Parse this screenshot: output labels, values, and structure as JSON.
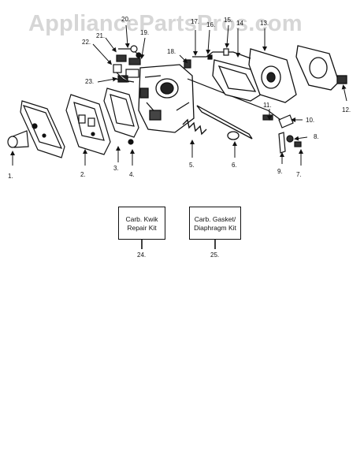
{
  "watermark": "AppliancePartsPros.com",
  "callouts": [
    "1.",
    "2.",
    "3.",
    "4.",
    "5.",
    "6.",
    "7.",
    "8.",
    "9.",
    "10.",
    "11.",
    "12.",
    "13.",
    "14",
    "15.",
    "16.",
    "17.",
    "18.",
    "19.",
    "20.",
    "21.",
    "22.",
    "23."
  ],
  "kits": [
    {
      "number": "24.",
      "text": "Carb. Kwik\nRepair Kit"
    },
    {
      "number": "25.",
      "text": "Carb. Gasket/\nDiaphragm Kit"
    }
  ]
}
